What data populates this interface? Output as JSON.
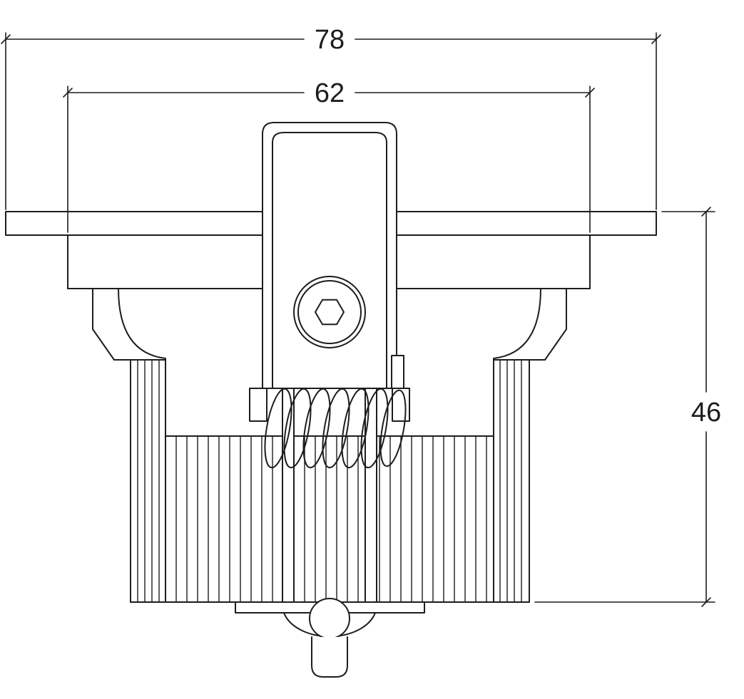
{
  "page": {
    "background": "#ffffff"
  },
  "drawing": {
    "kind": "technical-dimension-drawing",
    "line_color": "#1d1d1d",
    "dimensions": {
      "overall_width": {
        "label": "78"
      },
      "inner_width": {
        "label": "62"
      },
      "height": {
        "label": "46"
      }
    }
  }
}
